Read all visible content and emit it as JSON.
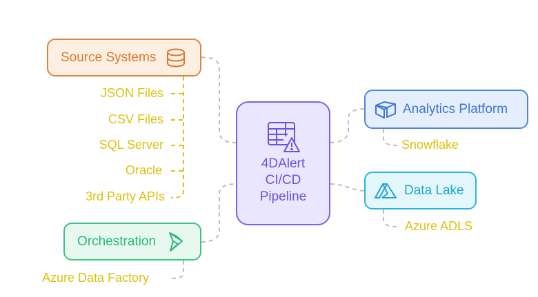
{
  "diagram": {
    "center": {
      "label_lines": [
        "4DAlert",
        "CI/CD",
        "Pipeline"
      ],
      "icon": "table-alert-icon",
      "color": "#7b64e3"
    },
    "source_systems": {
      "label": "Source Systems",
      "icon": "database-icon",
      "color": "#e0833a",
      "children": [
        "JSON Files",
        "CSV Files",
        "SQL Server",
        "Oracle",
        "3rd Party APIs"
      ]
    },
    "orchestration": {
      "label": "Orchestration",
      "icon": "data-factory-icon",
      "color": "#3dc283",
      "children": [
        "Azure Data Factory"
      ]
    },
    "analytics_platform": {
      "label": "Analytics Platform",
      "icon": "box-icon",
      "color": "#4e86dd",
      "children": [
        "Snowflake"
      ]
    },
    "data_lake": {
      "label": "Data Lake",
      "icon": "azure-icon",
      "color": "#2eb3dc",
      "children": [
        "Azure ADLS"
      ]
    },
    "leaf_color": "#ddc110",
    "connector_color": "#bdbdbd"
  }
}
